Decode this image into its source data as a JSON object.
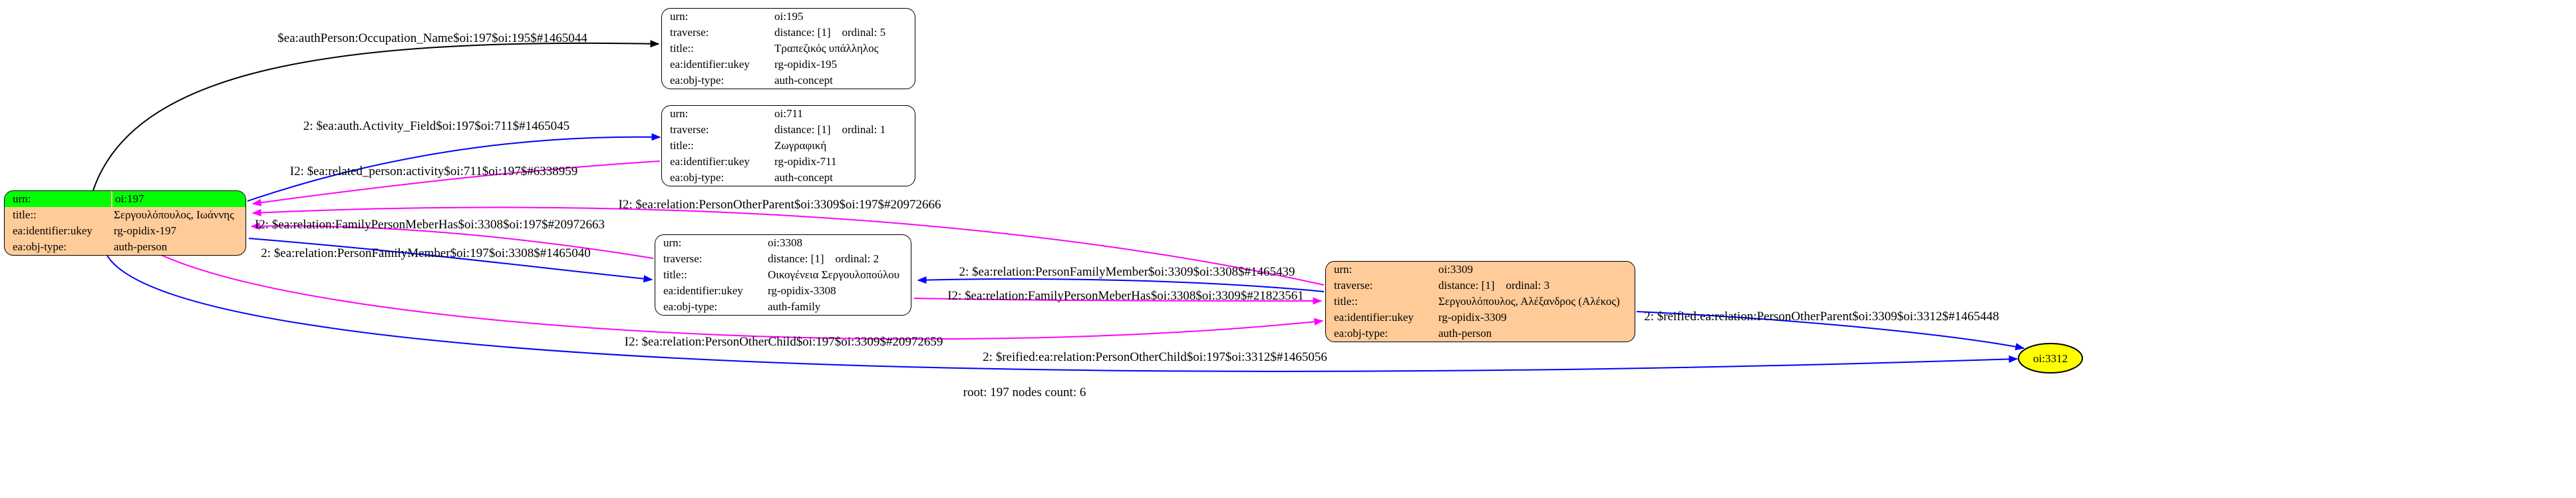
{
  "graph": {
    "root_label": "root: 197 nodes count: 6"
  },
  "colors": {
    "person_fill": "#ffcc99",
    "concept_fill": "#ffffff",
    "highlight_fill": "#00ff00",
    "reified_fill": "#ffff00",
    "edge_black": "#000000",
    "edge_blue": "#0000ff",
    "edge_magenta": "#ff00ff"
  },
  "nodes": {
    "oi195": {
      "rows": [
        {
          "k": "urn:",
          "v": "oi:195"
        },
        {
          "k": "traverse:",
          "v": "distance: [1]    ordinal: 5"
        },
        {
          "k": "title::",
          "v": "Τραπεζικός υπάλληλος"
        },
        {
          "k": "ea:identifier:ukey",
          "v": "rg-opidix-195"
        },
        {
          "k": "ea:obj-type:",
          "v": "auth-concept"
        }
      ]
    },
    "oi711": {
      "rows": [
        {
          "k": "urn:",
          "v": "oi:711"
        },
        {
          "k": "traverse:",
          "v": "distance: [1]    ordinal: 1"
        },
        {
          "k": "title::",
          "v": "Ζωγραφική"
        },
        {
          "k": "ea:identifier:ukey",
          "v": "rg-opidix-711"
        },
        {
          "k": "ea:obj-type:",
          "v": "auth-concept"
        }
      ]
    },
    "oi197": {
      "rows": [
        {
          "k": "urn:",
          "v": "oi:197"
        },
        {
          "k": "title::",
          "v": "Σεργουλόπουλος, Ιωάννης"
        },
        {
          "k": "ea:identifier:ukey",
          "v": "rg-opidix-197"
        },
        {
          "k": "ea:obj-type:",
          "v": "auth-person"
        }
      ]
    },
    "oi3308": {
      "rows": [
        {
          "k": "urn:",
          "v": "oi:3308"
        },
        {
          "k": "traverse:",
          "v": "distance: [1]    ordinal: 2"
        },
        {
          "k": "title::",
          "v": "Οικογένεια Σεργουλοπούλου"
        },
        {
          "k": "ea:identifier:ukey",
          "v": "rg-opidix-3308"
        },
        {
          "k": "ea:obj-type:",
          "v": "auth-family"
        }
      ]
    },
    "oi3309": {
      "rows": [
        {
          "k": "urn:",
          "v": "oi:3309"
        },
        {
          "k": "traverse:",
          "v": "distance: [1]    ordinal: 3"
        },
        {
          "k": "title::",
          "v": "Σεργουλόπουλος, Αλέξανδρος (Αλέκος)"
        },
        {
          "k": "ea:identifier:ukey",
          "v": "rg-opidix-3309"
        },
        {
          "k": "ea:obj-type:",
          "v": "auth-person"
        }
      ]
    },
    "oi3312": {
      "label": "oi:3312"
    }
  },
  "edges": {
    "occupation": {
      "label": "$ea:authPerson:Occupation_Name$oi:197$oi:195$#1465044"
    },
    "activity": {
      "label": "2: $ea:auth.Activity_Field$oi:197$oi:711$#1465045"
    },
    "related_person_activity": {
      "label": "I2: $ea:related_person:activity$oi:711$oi:197$#6338959"
    },
    "person_other_parent": {
      "label": "I2: $ea:relation:PersonOtherParent$oi:3309$oi:197$#20972666"
    },
    "family_person_meber_has_197": {
      "label": "I2: $ea:relation:FamilyPersonMeberHas$oi:3308$oi:197$#20972663"
    },
    "person_family_member_197": {
      "label": "2: $ea:relation:PersonFamilyMember$oi:197$oi:3308$#1465040"
    },
    "person_family_member_3309": {
      "label": "2: $ea:relation:PersonFamilyMember$oi:3309$oi:3308$#1465439"
    },
    "family_person_meber_has_3309": {
      "label": "I2: $ea:relation:FamilyPersonMeberHas$oi:3308$oi:3309$#21823561"
    },
    "person_other_child": {
      "label": "I2: $ea:relation:PersonOtherChild$oi:197$oi:3309$#20972659"
    },
    "reified_person_other_child": {
      "label": "2: $reified:ea:relation:PersonOtherChild$oi:197$oi:3312$#1465056"
    },
    "reified_person_other_parent": {
      "label": "2: $reified:ea:relation:PersonOtherParent$oi:3309$oi:3312$#1465448"
    }
  }
}
